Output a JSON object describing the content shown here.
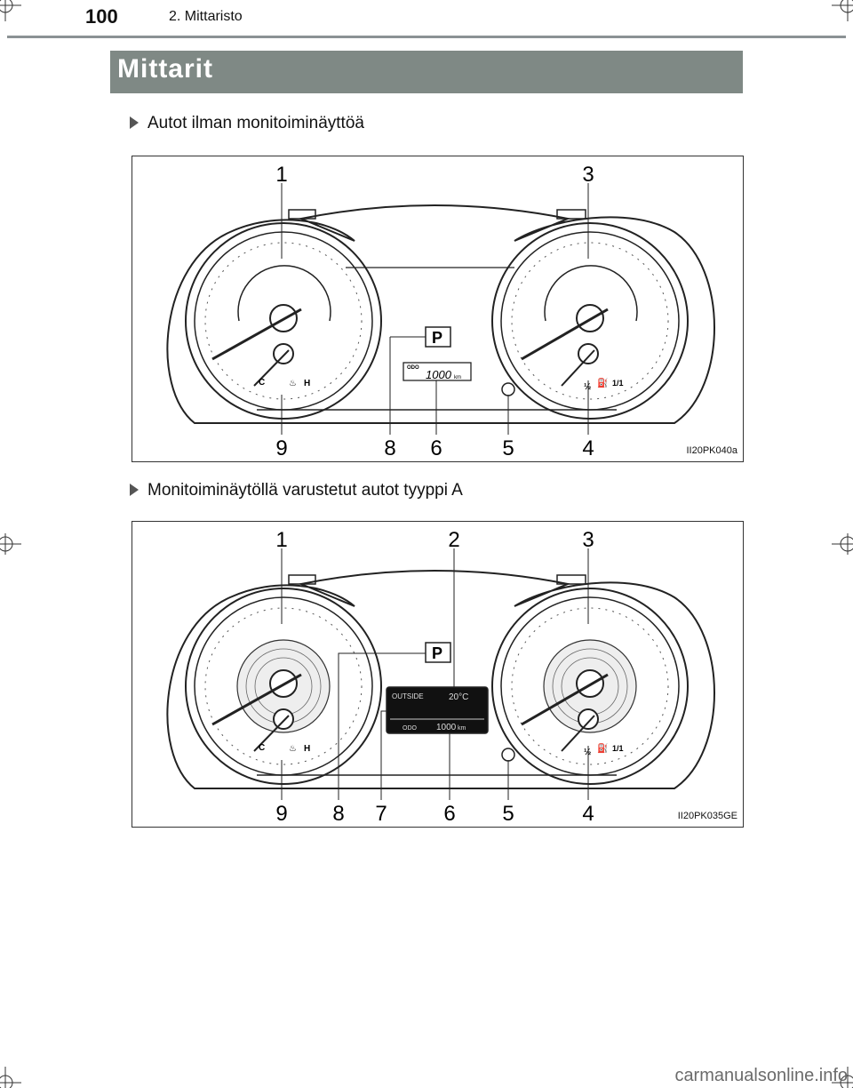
{
  "header": {
    "page_number": "100",
    "chapter": "2. Mittaristo"
  },
  "section": {
    "title": "Mittarit"
  },
  "figures": [
    {
      "caption": "Autot ilman monitoiminäyttöä",
      "code": "II20PK040a",
      "callouts": [
        "1",
        "3",
        "9",
        "8",
        "6",
        "5",
        "4"
      ],
      "gear_indicator": "P",
      "odo_label": "ODO",
      "odo_value": "1000",
      "odo_unit": "km",
      "temp_labels": {
        "cold": "C",
        "hot": "H"
      },
      "fuel_labels": {
        "half": "½",
        "full": "1/1"
      }
    },
    {
      "caption": "Monitoiminäytöllä varustetut autot tyyppi A",
      "code": "II20PK035GE",
      "callouts": [
        "1",
        "2",
        "3",
        "9",
        "8",
        "7",
        "6",
        "5",
        "4"
      ],
      "gear_indicator": "P",
      "outside_label": "OUTSIDE",
      "outside_value": "20°C",
      "odo_label": "ODO",
      "odo_value": "1000",
      "odo_unit": "km",
      "temp_labels": {
        "cold": "C",
        "hot": "H"
      },
      "fuel_labels": {
        "half": "½",
        "full": "1/1"
      }
    }
  ],
  "footer": {
    "watermark": "carmanualsonline.info"
  }
}
